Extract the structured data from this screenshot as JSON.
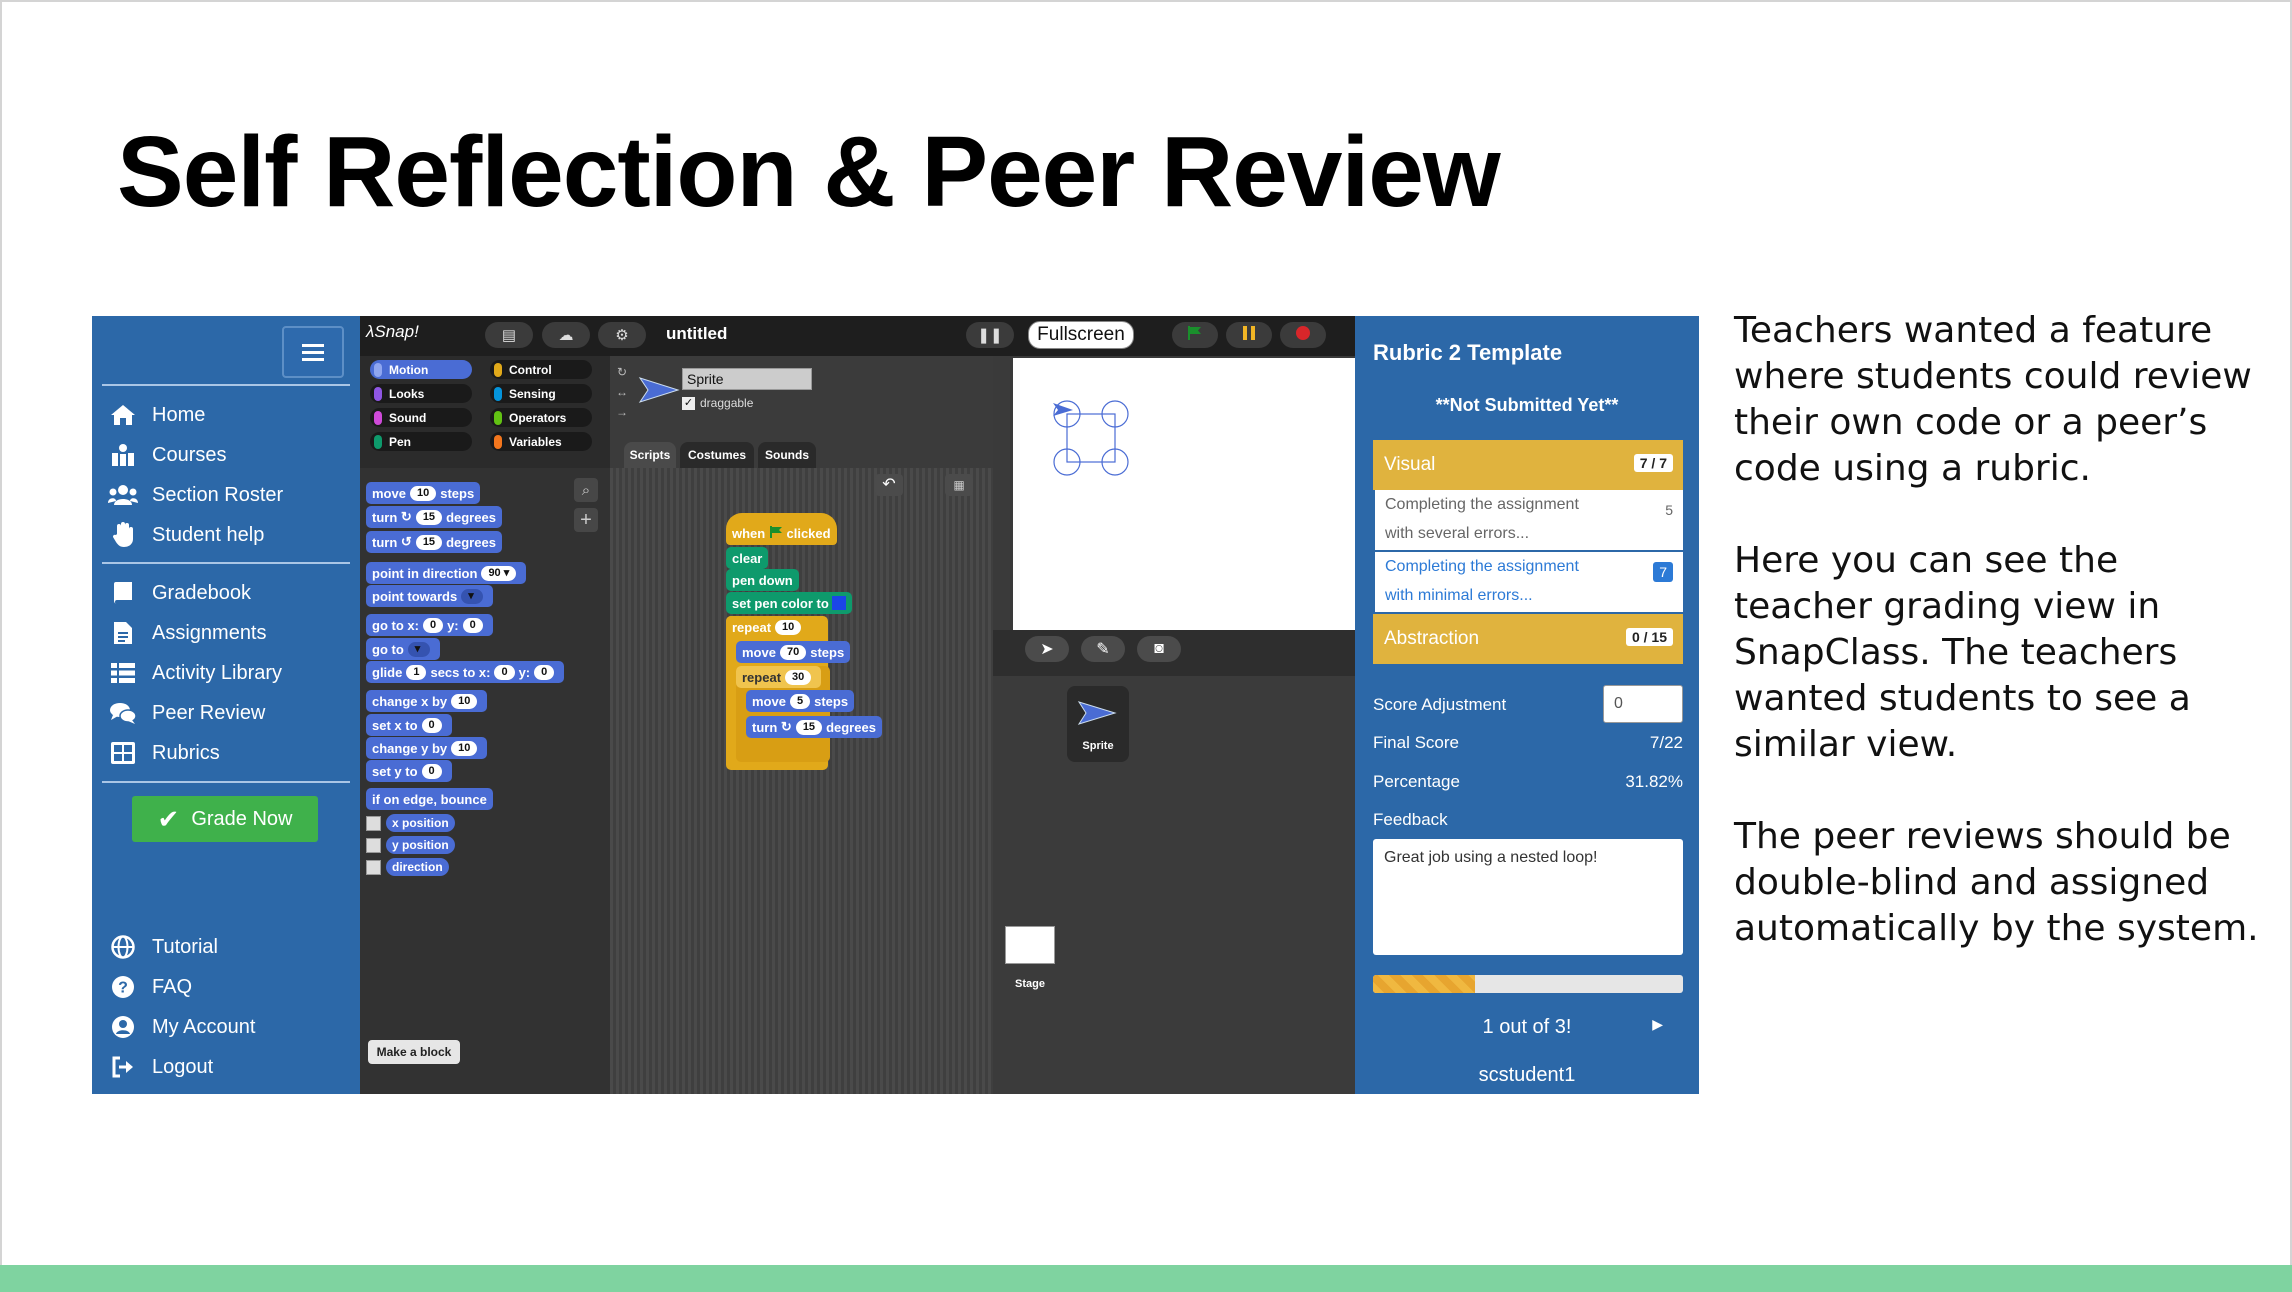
{
  "slide": {
    "title": "Self Reflection & Peer Review",
    "paragraphs": [
      "Teachers wanted a feature where students could review their own code or a peer’s code using a rubric.",
      "Here you can see the teacher grading view in SnapClass. The teachers wanted students to see a similar view.",
      "The peer reviews should be double-blind and assigned automatically by the system."
    ],
    "accent_color": "#7fd3a0"
  },
  "nav": {
    "brand_color": "#2c68a8",
    "menu_icon": "hamburger-icon",
    "group1": [
      {
        "label": "Home",
        "icon": "home-icon"
      },
      {
        "label": "Courses",
        "icon": "courses-icon"
      },
      {
        "label": "Section Roster",
        "icon": "users-icon"
      },
      {
        "label": "Student help",
        "icon": "hand-icon"
      }
    ],
    "group2": [
      {
        "label": "Gradebook",
        "icon": "book-icon"
      },
      {
        "label": "Assignments",
        "icon": "document-icon"
      },
      {
        "label": "Activity Library",
        "icon": "list-icon"
      },
      {
        "label": "Peer Review",
        "icon": "comments-icon"
      },
      {
        "label": "Rubrics",
        "icon": "table-icon"
      }
    ],
    "grade_button": "Grade Now",
    "group3": [
      {
        "label": "Tutorial",
        "icon": "globe-icon"
      },
      {
        "label": "FAQ",
        "icon": "question-icon"
      },
      {
        "label": "My Account",
        "icon": "user-icon"
      },
      {
        "label": "Logout",
        "icon": "logout-icon"
      }
    ]
  },
  "snap": {
    "logo": "λSnap!",
    "project_name": "untitled",
    "fullscreen_label": "Fullscreen",
    "categories": [
      {
        "label": "Motion",
        "color": "#4a6cd4"
      },
      {
        "label": "Control",
        "color": "#e1a91a"
      },
      {
        "label": "Looks",
        "color": "#8f56e3"
      },
      {
        "label": "Sensing",
        "color": "#0494dc"
      },
      {
        "label": "Sound",
        "color": "#cf4ad9"
      },
      {
        "label": "Operators",
        "color": "#62c213"
      },
      {
        "label": "Pen",
        "color": "#0e9a6c"
      },
      {
        "label": "Variables",
        "color": "#f3761d"
      }
    ],
    "palette": {
      "move": "move",
      "move_n": "10",
      "steps": "steps",
      "turn": "turn",
      "turn_n": "15",
      "degrees": "degrees",
      "turn2_n": "15",
      "point_in_direction": "point in direction",
      "direction_n": "90",
      "point_towards": "point towards",
      "go_to_xy": "go to x:",
      "go_x": "0",
      "y_label": "y:",
      "go_y": "0",
      "go_to": "go to",
      "glide": "glide",
      "glide_n": "1",
      "secs_to_x": "secs to x:",
      "glide_x": "0",
      "glide_y": "0",
      "change_x_by": "change x by",
      "change_x_n": "10",
      "set_x_to": "set x to",
      "set_x_n": "0",
      "change_y_by": "change y by",
      "change_y_n": "10",
      "set_y_to": "set y to",
      "set_y_n": "0",
      "bounce": "if on edge, bounce",
      "x_position": "x position",
      "y_position": "y position",
      "direction": "direction",
      "make_block": "Make a block"
    },
    "sprite_name": "Sprite",
    "draggable_label": "draggable",
    "tabs": [
      "Scripts",
      "Costumes",
      "Sounds"
    ],
    "script": {
      "when": "when",
      "clicked": "clicked",
      "clear": "clear",
      "pen_down": "pen down",
      "set_pen_color": "set pen color to",
      "repeat": "repeat",
      "repeat_outer_n": "10",
      "move": "move",
      "move_outer_n": "70",
      "steps": "steps",
      "repeat_inner_n": "30",
      "move_inner_n": "5",
      "turn": "turn",
      "turn_n": "15",
      "degrees": "degrees"
    },
    "corral_sprite": "Sprite",
    "corral_stage": "Stage"
  },
  "rubric": {
    "title": "Rubric 2 Template",
    "status": "**Not Submitted Yet**",
    "criteria": [
      {
        "name": "Visual",
        "score": "7 / 7"
      },
      {
        "name": "Abstraction",
        "score": "0 / 15"
      }
    ],
    "options": [
      {
        "line1": "Completing the assignment",
        "line2": "with several errors...",
        "points": "5"
      },
      {
        "line1": "Completing the assignment",
        "line2": "with minimal errors...",
        "points": "7"
      }
    ],
    "score_adjustment_label": "Score Adjustment",
    "score_adjustment_value": "0",
    "final_score_label": "Final Score",
    "final_score_value": "7/22",
    "percentage_label": "Percentage",
    "percentage_value": "31.82%",
    "feedback_label": "Feedback",
    "feedback_text": "Great job using a nested loop!",
    "progress_fraction": 0.33,
    "pager": "1 out of 3!",
    "student": "scstudent1"
  }
}
